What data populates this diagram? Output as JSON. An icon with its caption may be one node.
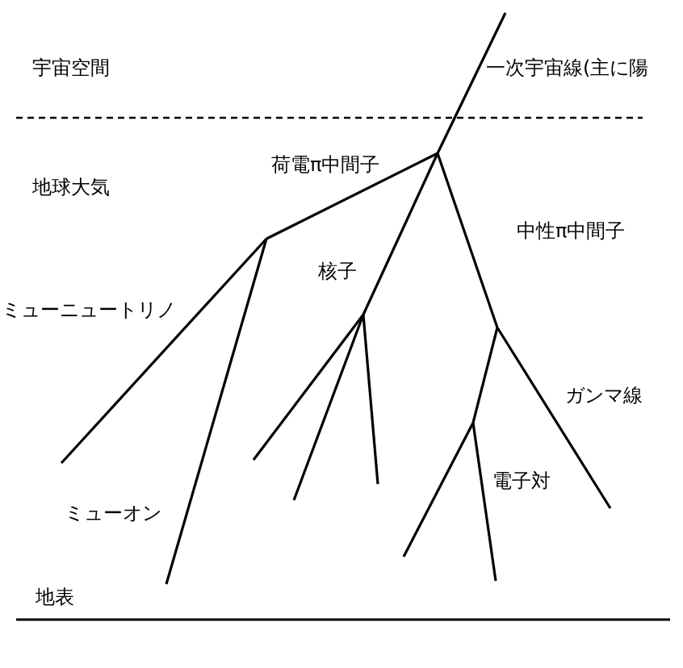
{
  "diagram": {
    "labels": [
      "宇宙空間",
      "一次宇宙線(主に陽",
      "地球大気",
      "荷電π中間子",
      "中性π中間子",
      "核子",
      "ミューニュートリノ",
      "ガンマ線",
      "電子対",
      "ミューオン",
      "地表"
    ]
  }
}
